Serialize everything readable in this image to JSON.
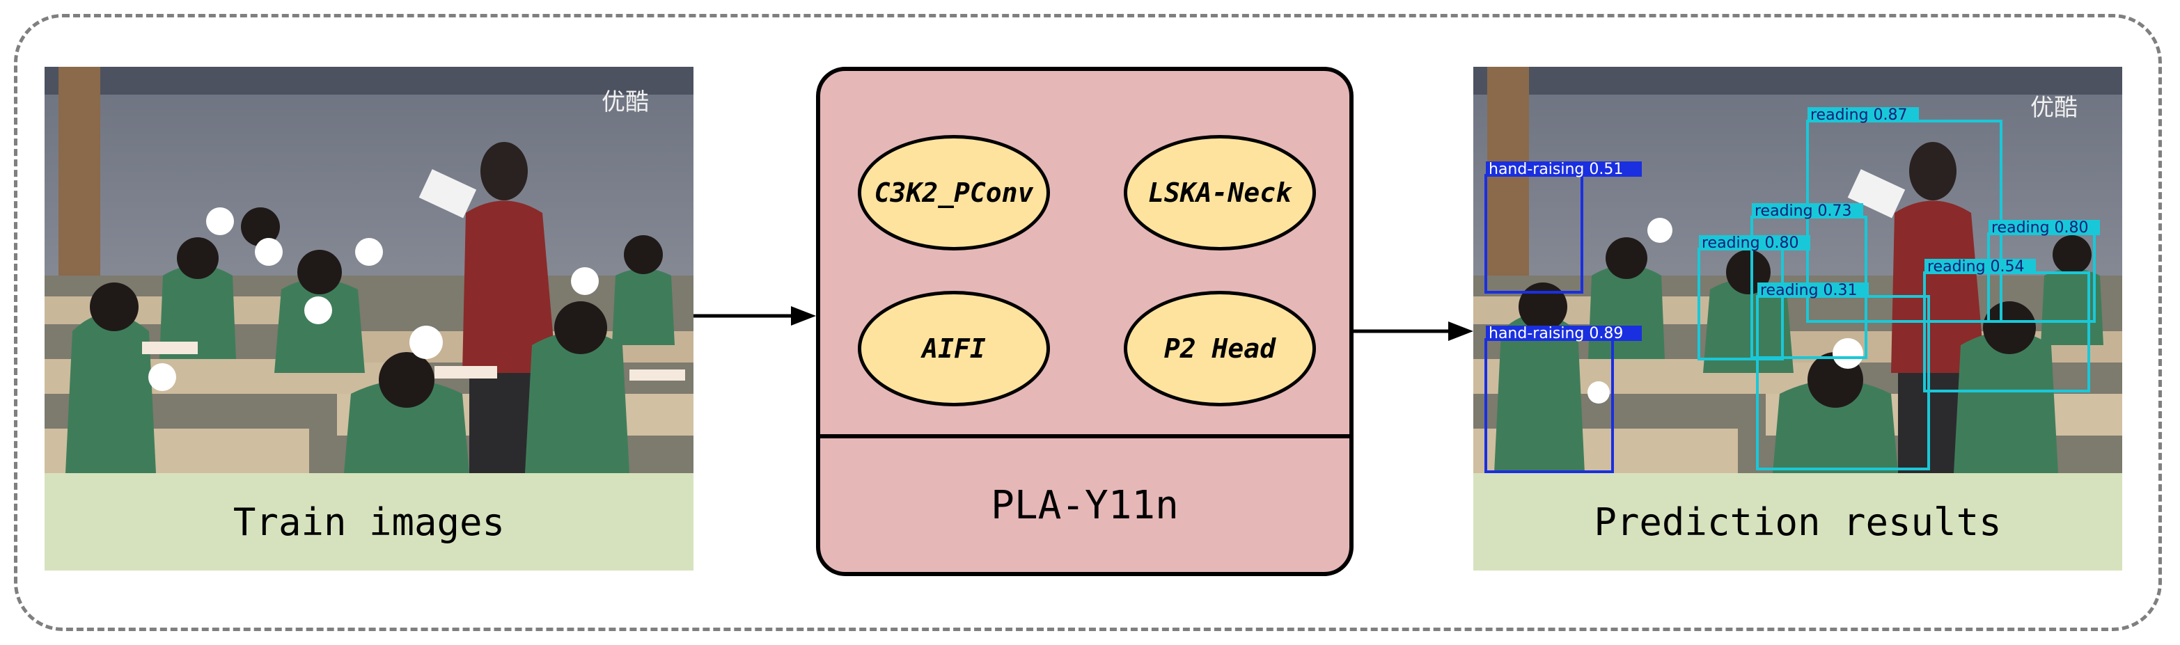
{
  "diagram": {
    "input_caption": "Train images",
    "model_name": "PLA-Y11n",
    "modules": [
      "C3K2_PConv",
      "LSKA-Neck",
      "AIFI",
      "P2 Head"
    ],
    "output_caption": "Prediction results",
    "watermark": "优酷",
    "detections": [
      {
        "label": "hand-raising 0.51",
        "color": "#1a2fe0"
      },
      {
        "label": "hand-raising 0.89",
        "color": "#1a2fe0"
      },
      {
        "label": "reading 0.87",
        "color": "#19c8d8"
      },
      {
        "label": "reading 0.73",
        "color": "#19c8d8"
      },
      {
        "label": "reading 0.80",
        "color": "#19c8d8"
      },
      {
        "label": "reading 0.80",
        "color": "#19c8d8"
      },
      {
        "label": "reading 0.54",
        "color": "#19c8d8"
      },
      {
        "label": "reading 0.31",
        "color": "#19c8d8"
      }
    ],
    "colors": {
      "caption_bg": "#d6e2bd",
      "model_bg": "#e6b7b7",
      "module_fill": "#fde39e",
      "frame": "#7f7f7f"
    }
  }
}
